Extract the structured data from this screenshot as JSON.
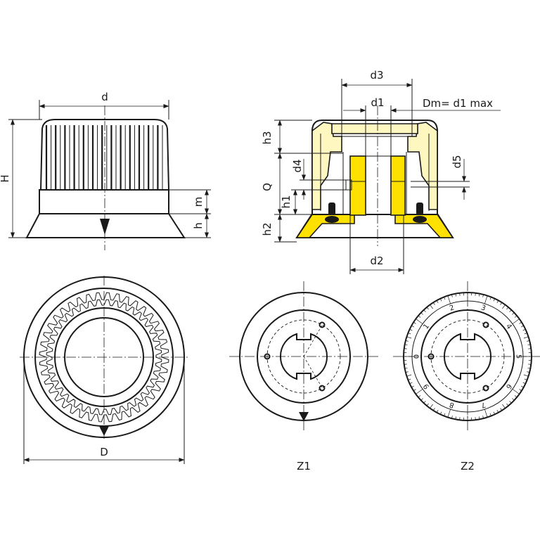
{
  "colors": {
    "accent": "#ffe100",
    "accent_light": "#fff7c0",
    "line": "#1a1a1a"
  },
  "views": {
    "side": {
      "d": "d",
      "H": "H",
      "m": "m",
      "h": "h"
    },
    "section": {
      "d3": "d3",
      "d1": "d1",
      "dm_note": "Dm= d1 max",
      "h3": "h3",
      "d4": "d4",
      "d5": "d5",
      "Q": "Q",
      "h1": "h1",
      "h2": "h2",
      "d2": "d2"
    },
    "top": {
      "D": "D"
    },
    "z1": {
      "caption": "Z1"
    },
    "z2": {
      "caption": "Z2",
      "scale_numbers": [
        "0",
        "1",
        "2",
        "3",
        "4",
        "5",
        "6",
        "7",
        "8",
        "9"
      ]
    }
  }
}
